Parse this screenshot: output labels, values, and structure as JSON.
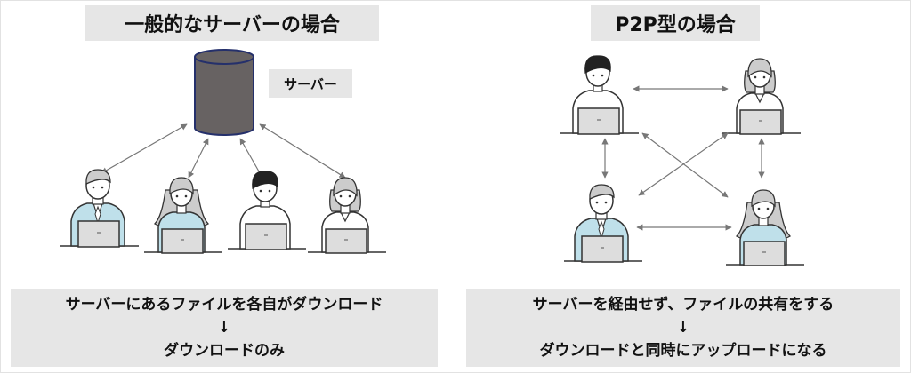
{
  "left": {
    "title": "一般的なサーバーの場合",
    "server_label": "サーバー",
    "caption_line1": "サーバーにあるファイルを各自がダウンロード",
    "arrow": "↓",
    "caption_line2": "ダウンロードのみ"
  },
  "right": {
    "title": "P2P型の場合",
    "caption_line1": "サーバーを経由せず、ファイルの共有をする",
    "arrow": "↓",
    "caption_line2": "ダウンロードと同時にアップロードになる"
  },
  "colors": {
    "server": "#676262",
    "server_border": "#25306b",
    "shirt_blue": "#bfe0ea",
    "label_bg": "#e6e6e6",
    "arrow": "#777777"
  },
  "people": [
    "man-blue-tie",
    "woman-long-hair",
    "man-white-shirt",
    "woman-bob"
  ]
}
